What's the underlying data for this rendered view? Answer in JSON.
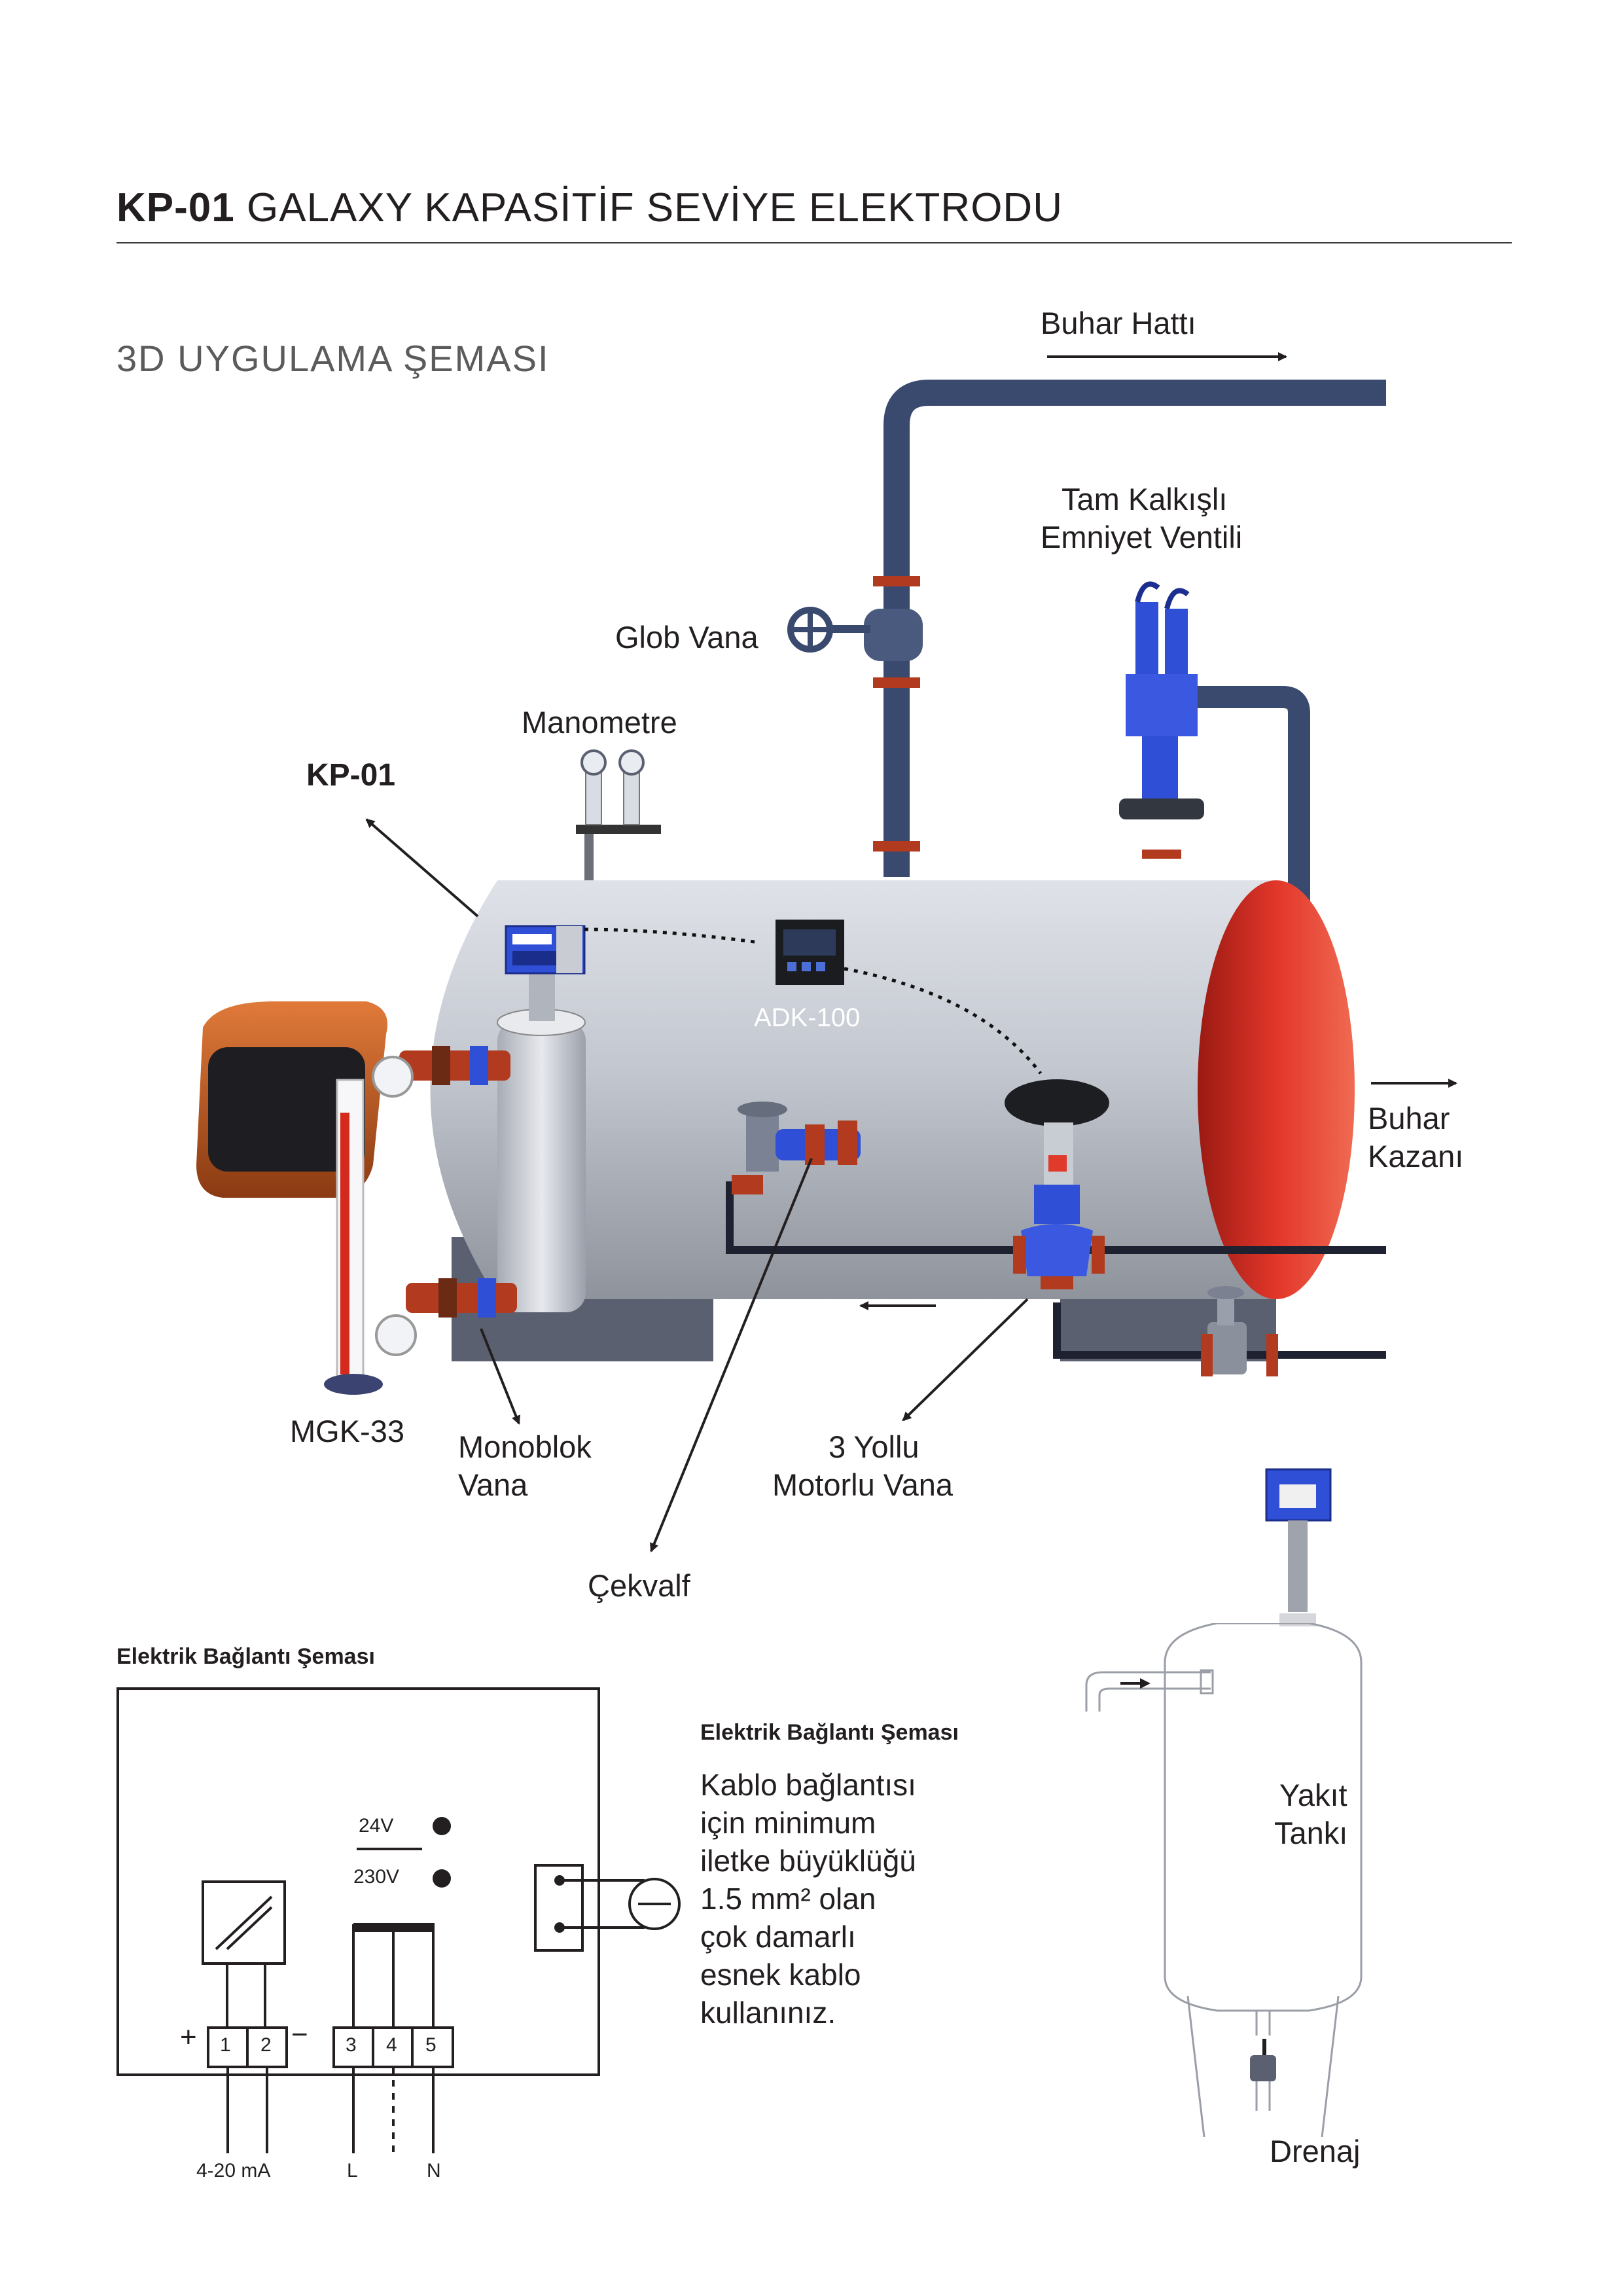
{
  "header": {
    "title_bold": "KP-01",
    "title_rest": "GALAXY KAPASİTİF SEVİYE ELEKTRODU"
  },
  "subtitle": "3D UYGULAMA ŞEMASI",
  "labels": {
    "buhar_hatti": "Buhar Hattı",
    "emniyet_line1": "Tam Kalkışlı",
    "emniyet_line2": "Emniyet Ventili",
    "glob_vana": "Glob Vana",
    "manometre": "Manometre",
    "kp01": "KP-01",
    "adk100": "ADK-100",
    "buhar_kazani_line1": "Buhar",
    "buhar_kazani_line2": "Kazanı",
    "mgk33": "MGK-33",
    "monoblok_line1": "Monoblok",
    "monoblok_line2": "Vana",
    "motorlu_line1": "3 Yollu",
    "motorlu_line2": "Motorlu Vana",
    "cekvalf": "Çekvalf",
    "yakit_line1": "Yakıt",
    "yakit_line2": "Tankı",
    "drenaj": "Drenaj"
  },
  "electrical": {
    "diagram_title": "Elektrik Bağlantı Şeması",
    "side_title": "Elektrik Bağlantı Şeması",
    "voltage_24": "24V",
    "voltage_230": "230V",
    "terminals": [
      "1",
      "2",
      "3",
      "4",
      "5"
    ],
    "plus": "+",
    "minus": "−",
    "signal": "4-20 mA",
    "L": "L",
    "N": "N",
    "note_lines": [
      "Kablo bağlantısı",
      "için minimum",
      "iletke büyüklüğü",
      "1.5 mm² olan",
      "çok damarlı",
      "esnek kablo",
      "kullanınız."
    ]
  },
  "colors": {
    "pipe": "#3a4a6e",
    "flange": "#b13a1f",
    "boiler": "#c7cbd2",
    "boiler_end": "#d42a1e",
    "valve_blue": "#2e4fd6",
    "burner": "#c8622a",
    "line": "#231f20"
  }
}
